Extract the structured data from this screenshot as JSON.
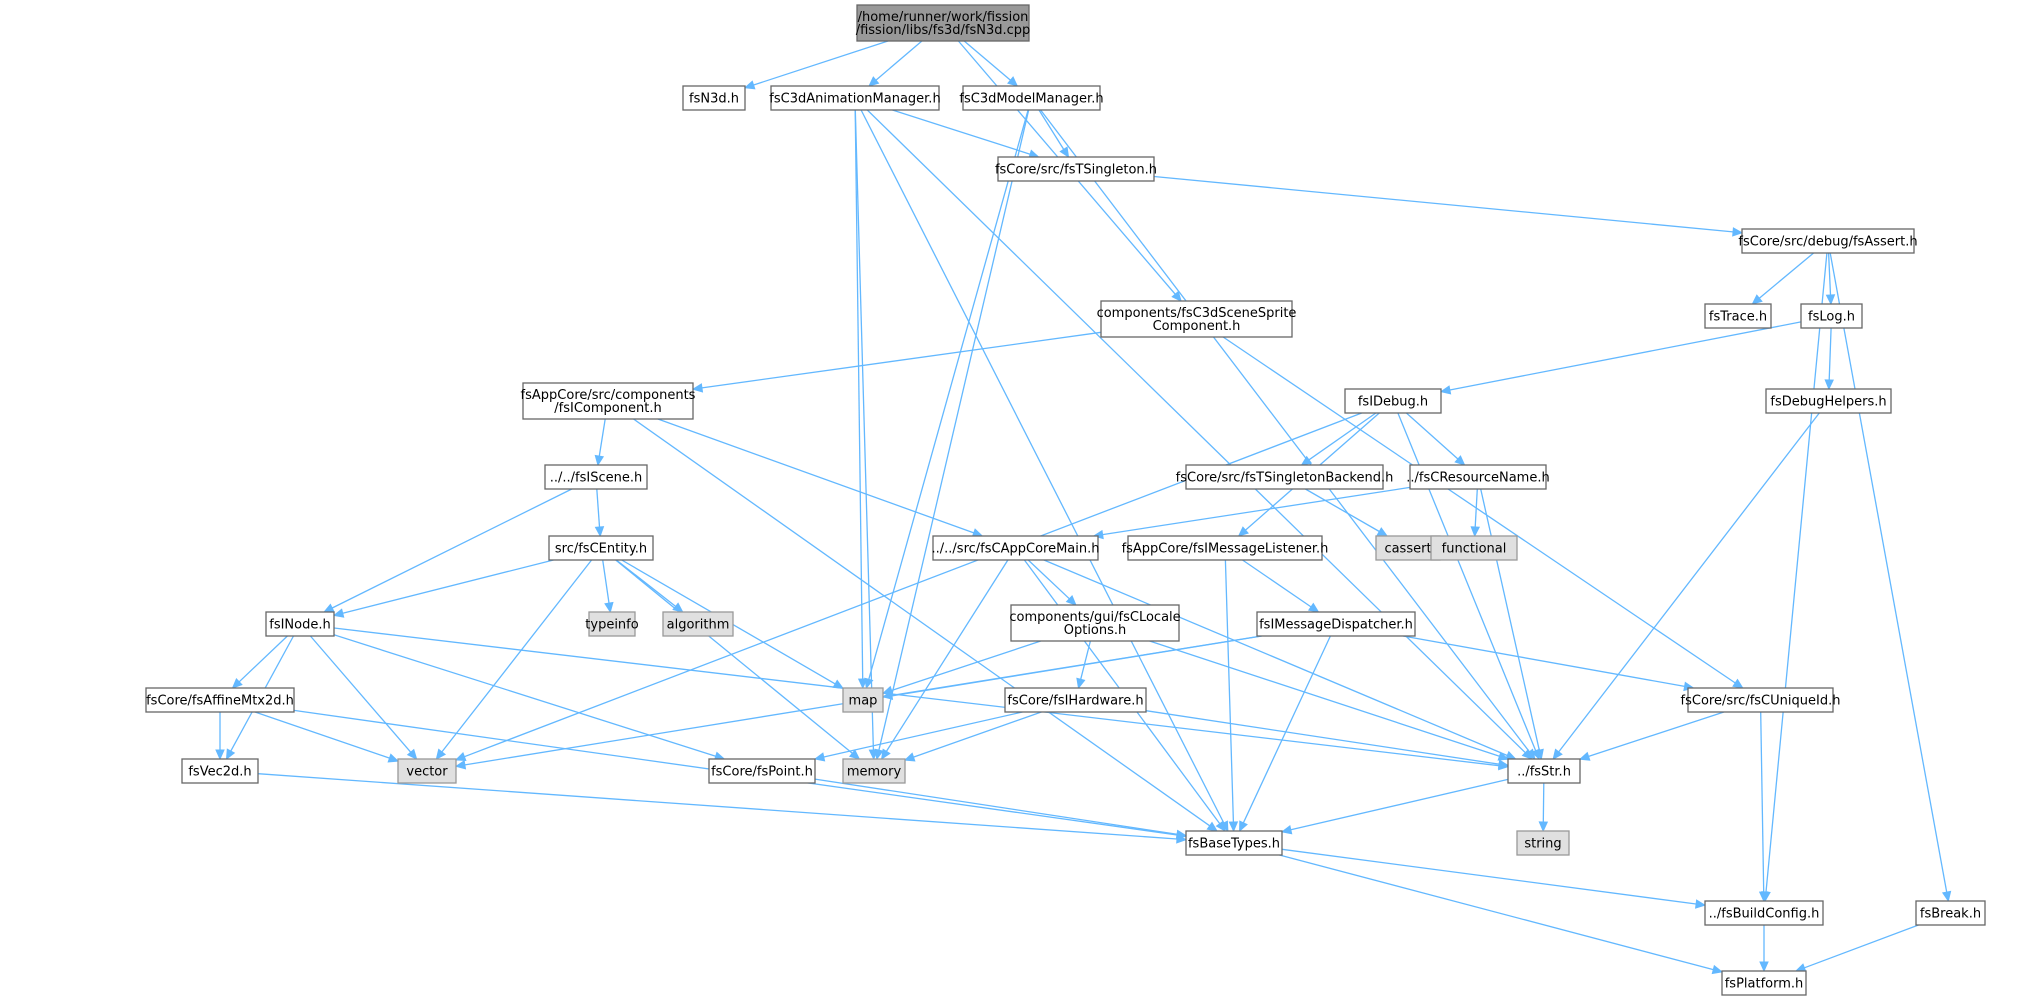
{
  "colors": {
    "edge": "#63b8ff",
    "root_fill": "#999999",
    "system_fill": "#e0e0e0",
    "node_border": "#666666"
  },
  "nodes": [
    {
      "id": "root",
      "kind": "root",
      "lines": [
        "/home/runner/work/fission",
        "/fission/libs/fs3d/fsN3d.cpp"
      ]
    },
    {
      "id": "fsN3d",
      "kind": "header",
      "lines": [
        "fsN3d.h"
      ]
    },
    {
      "id": "animMgr",
      "kind": "header",
      "lines": [
        "fsC3dAnimationManager.h"
      ]
    },
    {
      "id": "modelMgr",
      "kind": "header",
      "lines": [
        "fsC3dModelManager.h"
      ]
    },
    {
      "id": "singleton",
      "kind": "header",
      "lines": [
        "fsCore/src/fsTSingleton.h"
      ]
    },
    {
      "id": "assert",
      "kind": "header",
      "lines": [
        "fsCore/src/debug/fsAssert.h"
      ]
    },
    {
      "id": "trace",
      "kind": "header",
      "lines": [
        "fsTrace.h"
      ]
    },
    {
      "id": "log",
      "kind": "header",
      "lines": [
        "fsLog.h"
      ]
    },
    {
      "id": "sprite",
      "kind": "header",
      "lines": [
        "components/fsC3dSceneSprite",
        "Component.h"
      ]
    },
    {
      "id": "icomp",
      "kind": "header",
      "lines": [
        "fsAppCore/src/components",
        "/fsIComponent.h"
      ]
    },
    {
      "id": "idebug",
      "kind": "header",
      "lines": [
        "fsIDebug.h"
      ]
    },
    {
      "id": "debugHelpers",
      "kind": "header",
      "lines": [
        "fsDebugHelpers.h"
      ]
    },
    {
      "id": "iscene",
      "kind": "header",
      "lines": [
        "../../fsIScene.h"
      ]
    },
    {
      "id": "singletonBackend",
      "kind": "header",
      "lines": [
        "fsCore/src/fsTSingletonBackend.h"
      ]
    },
    {
      "id": "resName",
      "kind": "header",
      "lines": [
        "../fsCResourceName.h"
      ]
    },
    {
      "id": "entity",
      "kind": "header",
      "lines": [
        "src/fsCEntity.h"
      ]
    },
    {
      "id": "appCoreMain",
      "kind": "header",
      "lines": [
        "../../src/fsCAppCoreMain.h"
      ]
    },
    {
      "id": "msgListener",
      "kind": "header",
      "lines": [
        "fsAppCore/fsIMessageListener.h"
      ]
    },
    {
      "id": "cassert",
      "kind": "system",
      "lines": [
        "cassert"
      ]
    },
    {
      "id": "functional",
      "kind": "system",
      "lines": [
        "functional"
      ]
    },
    {
      "id": "typeinfo",
      "kind": "system",
      "lines": [
        "typeinfo"
      ]
    },
    {
      "id": "algorithm",
      "kind": "system",
      "lines": [
        "algorithm"
      ]
    },
    {
      "id": "inode",
      "kind": "header",
      "lines": [
        "fsINode.h"
      ]
    },
    {
      "id": "locale",
      "kind": "header",
      "lines": [
        "components/gui/fsCLocale",
        "Options.h"
      ]
    },
    {
      "id": "msgDispatcher",
      "kind": "header",
      "lines": [
        "fsIMessageDispatcher.h"
      ]
    },
    {
      "id": "affine",
      "kind": "header",
      "lines": [
        "fsCore/fsAffineMtx2d.h"
      ]
    },
    {
      "id": "map",
      "kind": "system",
      "lines": [
        "map"
      ]
    },
    {
      "id": "hardware",
      "kind": "header",
      "lines": [
        "fsCore/fsIHardware.h"
      ]
    },
    {
      "id": "uniqueId",
      "kind": "header",
      "lines": [
        "fsCore/src/fsCUniqueId.h"
      ]
    },
    {
      "id": "vec2d",
      "kind": "header",
      "lines": [
        "fsVec2d.h"
      ]
    },
    {
      "id": "vector",
      "kind": "system",
      "lines": [
        "vector"
      ]
    },
    {
      "id": "point",
      "kind": "header",
      "lines": [
        "fsCore/fsPoint.h"
      ]
    },
    {
      "id": "memory",
      "kind": "system",
      "lines": [
        "memory"
      ]
    },
    {
      "id": "str",
      "kind": "header",
      "lines": [
        "../fsStr.h"
      ]
    },
    {
      "id": "string",
      "kind": "system",
      "lines": [
        "string"
      ]
    },
    {
      "id": "baseTypes",
      "kind": "header",
      "lines": [
        "fsBaseTypes.h"
      ]
    },
    {
      "id": "buildConfig",
      "kind": "header",
      "lines": [
        "../fsBuildConfig.h"
      ]
    },
    {
      "id": "brk",
      "kind": "header",
      "lines": [
        "fsBreak.h"
      ]
    },
    {
      "id": "platform",
      "kind": "header",
      "lines": [
        "fsPlatform.h"
      ]
    }
  ],
  "edges": [
    [
      "root",
      "fsN3d"
    ],
    [
      "root",
      "animMgr"
    ],
    [
      "root",
      "modelMgr"
    ],
    [
      "root",
      "sprite"
    ],
    [
      "animMgr",
      "singleton"
    ],
    [
      "animMgr",
      "map"
    ],
    [
      "animMgr",
      "memory"
    ],
    [
      "animMgr",
      "str"
    ],
    [
      "animMgr",
      "baseTypes"
    ],
    [
      "modelMgr",
      "singleton"
    ],
    [
      "modelMgr",
      "map"
    ],
    [
      "modelMgr",
      "memory"
    ],
    [
      "modelMgr",
      "str"
    ],
    [
      "singleton",
      "assert"
    ],
    [
      "assert",
      "trace"
    ],
    [
      "assert",
      "log"
    ],
    [
      "assert",
      "buildConfig"
    ],
    [
      "assert",
      "brk"
    ],
    [
      "log",
      "idebug"
    ],
    [
      "log",
      "debugHelpers"
    ],
    [
      "sprite",
      "icomp"
    ],
    [
      "sprite",
      "uniqueId"
    ],
    [
      "icomp",
      "iscene"
    ],
    [
      "icomp",
      "appCoreMain"
    ],
    [
      "icomp",
      "baseTypes"
    ],
    [
      "idebug",
      "singletonBackend"
    ],
    [
      "idebug",
      "resName"
    ],
    [
      "idebug",
      "msgListener"
    ],
    [
      "idebug",
      "vector"
    ],
    [
      "idebug",
      "str"
    ],
    [
      "debugHelpers",
      "str"
    ],
    [
      "singletonBackend",
      "cassert"
    ],
    [
      "resName",
      "functional"
    ],
    [
      "resName",
      "appCoreMain"
    ],
    [
      "resName",
      "str"
    ],
    [
      "iscene",
      "entity"
    ],
    [
      "iscene",
      "inode"
    ],
    [
      "entity",
      "typeinfo"
    ],
    [
      "entity",
      "algorithm"
    ],
    [
      "entity",
      "inode"
    ],
    [
      "entity",
      "map"
    ],
    [
      "entity",
      "vector"
    ],
    [
      "entity",
      "memory"
    ],
    [
      "appCoreMain",
      "locale"
    ],
    [
      "appCoreMain",
      "memory"
    ],
    [
      "appCoreMain",
      "str"
    ],
    [
      "appCoreMain",
      "baseTypes"
    ],
    [
      "msgListener",
      "msgDispatcher"
    ],
    [
      "msgListener",
      "baseTypes"
    ],
    [
      "inode",
      "affine"
    ],
    [
      "inode",
      "vec2d"
    ],
    [
      "inode",
      "vector"
    ],
    [
      "inode",
      "point"
    ],
    [
      "inode",
      "str"
    ],
    [
      "locale",
      "hardware"
    ],
    [
      "locale",
      "map"
    ],
    [
      "locale",
      "str"
    ],
    [
      "msgDispatcher",
      "map"
    ],
    [
      "msgDispatcher",
      "vector"
    ],
    [
      "msgDispatcher",
      "uniqueId"
    ],
    [
      "msgDispatcher",
      "baseTypes"
    ],
    [
      "affine",
      "vec2d"
    ],
    [
      "affine",
      "vector"
    ],
    [
      "affine",
      "baseTypes"
    ],
    [
      "hardware",
      "point"
    ],
    [
      "hardware",
      "memory"
    ],
    [
      "hardware",
      "str"
    ],
    [
      "uniqueId",
      "str"
    ],
    [
      "uniqueId",
      "buildConfig"
    ],
    [
      "vec2d",
      "baseTypes"
    ],
    [
      "point",
      "baseTypes"
    ],
    [
      "str",
      "string"
    ],
    [
      "str",
      "baseTypes"
    ],
    [
      "baseTypes",
      "buildConfig"
    ],
    [
      "baseTypes",
      "platform"
    ],
    [
      "buildConfig",
      "platform"
    ],
    [
      "brk",
      "platform"
    ]
  ]
}
